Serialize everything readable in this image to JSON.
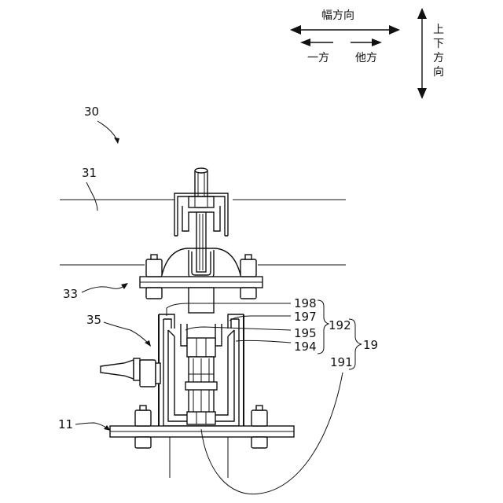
{
  "legend": {
    "width_direction": "幅方向",
    "one_side": "一方",
    "other_side": "他方",
    "vertical_direction": [
      "上",
      "下",
      "方",
      "向"
    ]
  },
  "labels": {
    "l30": "30",
    "l31": "31",
    "l33": "33",
    "l35": "35",
    "l11": "11",
    "l198": "198",
    "l197": "197",
    "l195": "195",
    "l194": "194",
    "l192": "192",
    "l191": "191",
    "l19": "19"
  }
}
